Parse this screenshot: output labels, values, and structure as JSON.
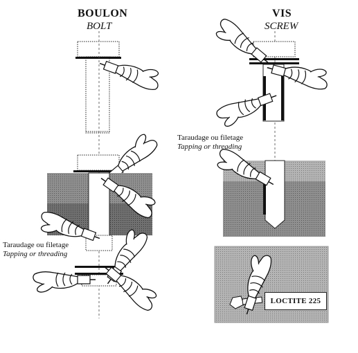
{
  "bolt": {
    "title": "BOULON",
    "subtitle": "BOLT",
    "caption_fr": "Taraudage ou filetage",
    "caption_en": "Tapping or threading"
  },
  "screw": {
    "title": "VIS",
    "subtitle": "SCREW",
    "caption_fr": "Taraudage ou filetage",
    "caption_en": "Tapping or threading",
    "product_label": "LOCTITE 225"
  },
  "colors": {
    "gray_block": "#9c9c9c",
    "dark_block": "#6e6e6e",
    "ink": "#111111"
  }
}
